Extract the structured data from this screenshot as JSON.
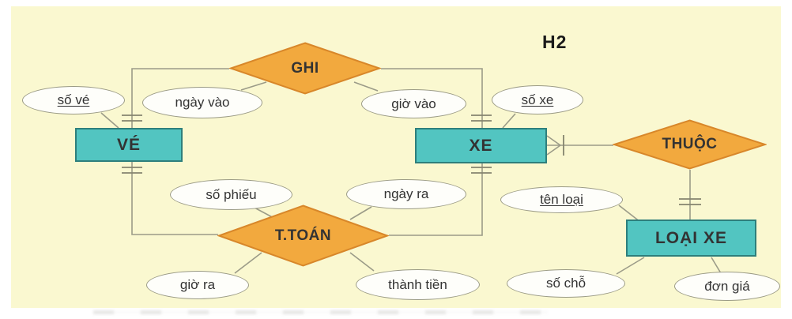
{
  "figure_label": "H2",
  "colors": {
    "page_background": "#FFFFFF",
    "canvas_background": "#FAF8D0",
    "entity_fill": "#52C5C1",
    "entity_border": "#2E7F7C",
    "relationship_fill": "#F2A93E",
    "relationship_border": "#D8872A",
    "attribute_fill": "#FEFEFA",
    "attribute_border": "#9A9A85",
    "connector": "#9B9B88",
    "text": "#333333"
  },
  "entities": {
    "ve": {
      "label": "VÉ"
    },
    "xe": {
      "label": "XE"
    },
    "loai_xe": {
      "label": "LOẠI XE"
    }
  },
  "relationships": {
    "ghi": {
      "label": "GHI"
    },
    "thuoc": {
      "label": "THUỘC"
    },
    "t_toan": {
      "label": "T.TOÁN"
    }
  },
  "attributes": {
    "so_ve": {
      "label": "số vé",
      "is_key": true,
      "attached_to": "VÉ"
    },
    "ngay_vao": {
      "label": "ngày vào",
      "is_key": false,
      "attached_to": "GHI"
    },
    "gio_vao": {
      "label": "giờ vào",
      "is_key": false,
      "attached_to": "GHI"
    },
    "so_xe": {
      "label": "số xe",
      "is_key": true,
      "attached_to": "XE"
    },
    "so_phieu": {
      "label": "số phiếu",
      "is_key": false,
      "attached_to": "T.TOÁN"
    },
    "ngay_ra": {
      "label": "ngày ra",
      "is_key": false,
      "attached_to": "T.TOÁN"
    },
    "gio_ra": {
      "label": "giờ ra",
      "is_key": false,
      "attached_to": "T.TOÁN"
    },
    "thanh_tien": {
      "label": "thành tiền",
      "is_key": false,
      "attached_to": "T.TOÁN"
    },
    "ten_loai": {
      "label": "tên loại",
      "is_key": true,
      "attached_to": "LOẠI XE"
    },
    "so_cho": {
      "label": "số chỗ",
      "is_key": false,
      "attached_to": "LOẠI XE"
    },
    "don_gia": {
      "label": "đơn giá",
      "is_key": false,
      "attached_to": "LOẠI XE"
    }
  }
}
